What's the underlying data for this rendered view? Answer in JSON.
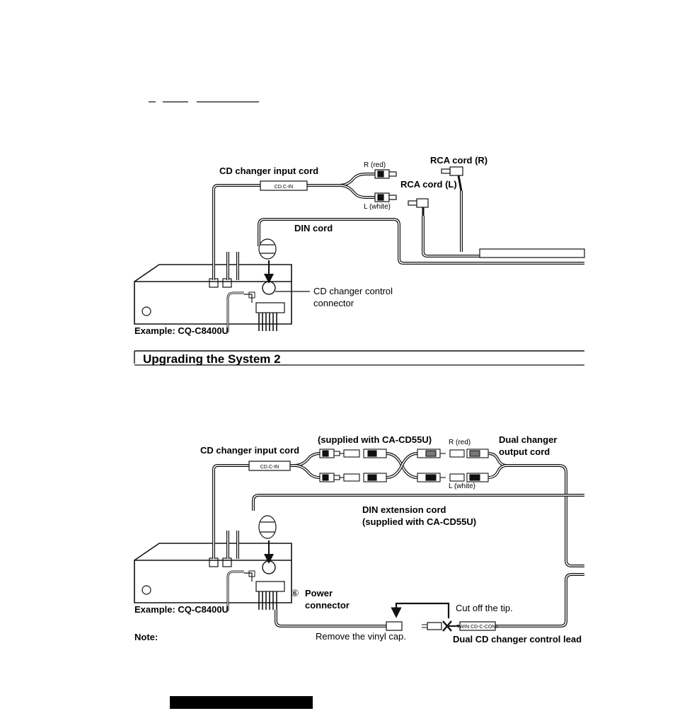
{
  "top_diagram": {
    "cdc_input_cord": "CD changer input cord",
    "cdc_in_tag": "CD.C-IN",
    "r_red": "R (red)",
    "l_white": "L (white)",
    "rca_r": "RCA cord (R)",
    "rca_l": "RCA cord (L)",
    "din_cord": "DIN cord",
    "control_connector_1": "CD changer control",
    "control_connector_2": "connector",
    "example": "Example: CQ-C8400U"
  },
  "section_heading": "Upgrading the System 2",
  "bottom_diagram": {
    "supplied": "(supplied with CA-CD55U)",
    "r_red": "R (red)",
    "dual_output_1": "Dual changer",
    "dual_output_2": "output cord",
    "cdc_input_cord": "CD changer input cord",
    "cdc_in_tag": "CD.C-IN",
    "l_white": "L (white)",
    "din_ext_1": "DIN extension cord",
    "din_ext_2": "(supplied with CA-CD55U)",
    "power_num": "⑥",
    "power_1": "Power",
    "power_2": "connector",
    "example": "Example: CQ-C8400U",
    "cut_tip": "Cut off the tip.",
    "remove_cap": "Remove the vinyl cap.",
    "twin_tag": "TWIN CD-C-CONT",
    "dual_lead": "Dual CD changer control lead",
    "note": "Note:"
  },
  "colors": {
    "ink": "#111111",
    "paper": "#ffffff",
    "shade": "#cfcfcf"
  }
}
